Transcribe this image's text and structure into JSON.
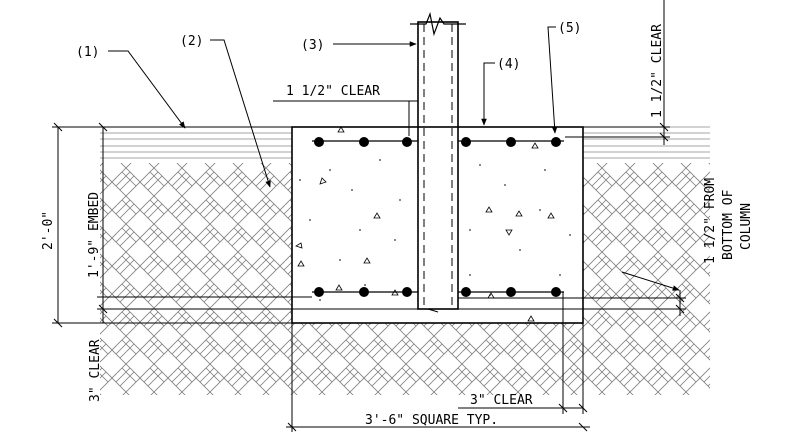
{
  "callouts": {
    "c1": "(1)",
    "c2": "(2)",
    "c3": "(3)",
    "c4": "(4)",
    "c5": "(5)"
  },
  "dimensions": {
    "clear_top_mid": "1 1/2\" CLEAR",
    "clear_top_right": "1 1/2\" CLEAR",
    "total_height": "2'-0\"",
    "embed": "1'-9\" EMBED",
    "from_bottom_line1": "1 1/2\" FROM",
    "from_bottom_line2": "BOTTOM OF",
    "from_bottom_line3": "COLUMN",
    "clear_bottom_left": "3\" CLEAR",
    "clear_bottom_right": "3\" CLEAR",
    "width": "3'-6\" SQUARE TYP."
  }
}
